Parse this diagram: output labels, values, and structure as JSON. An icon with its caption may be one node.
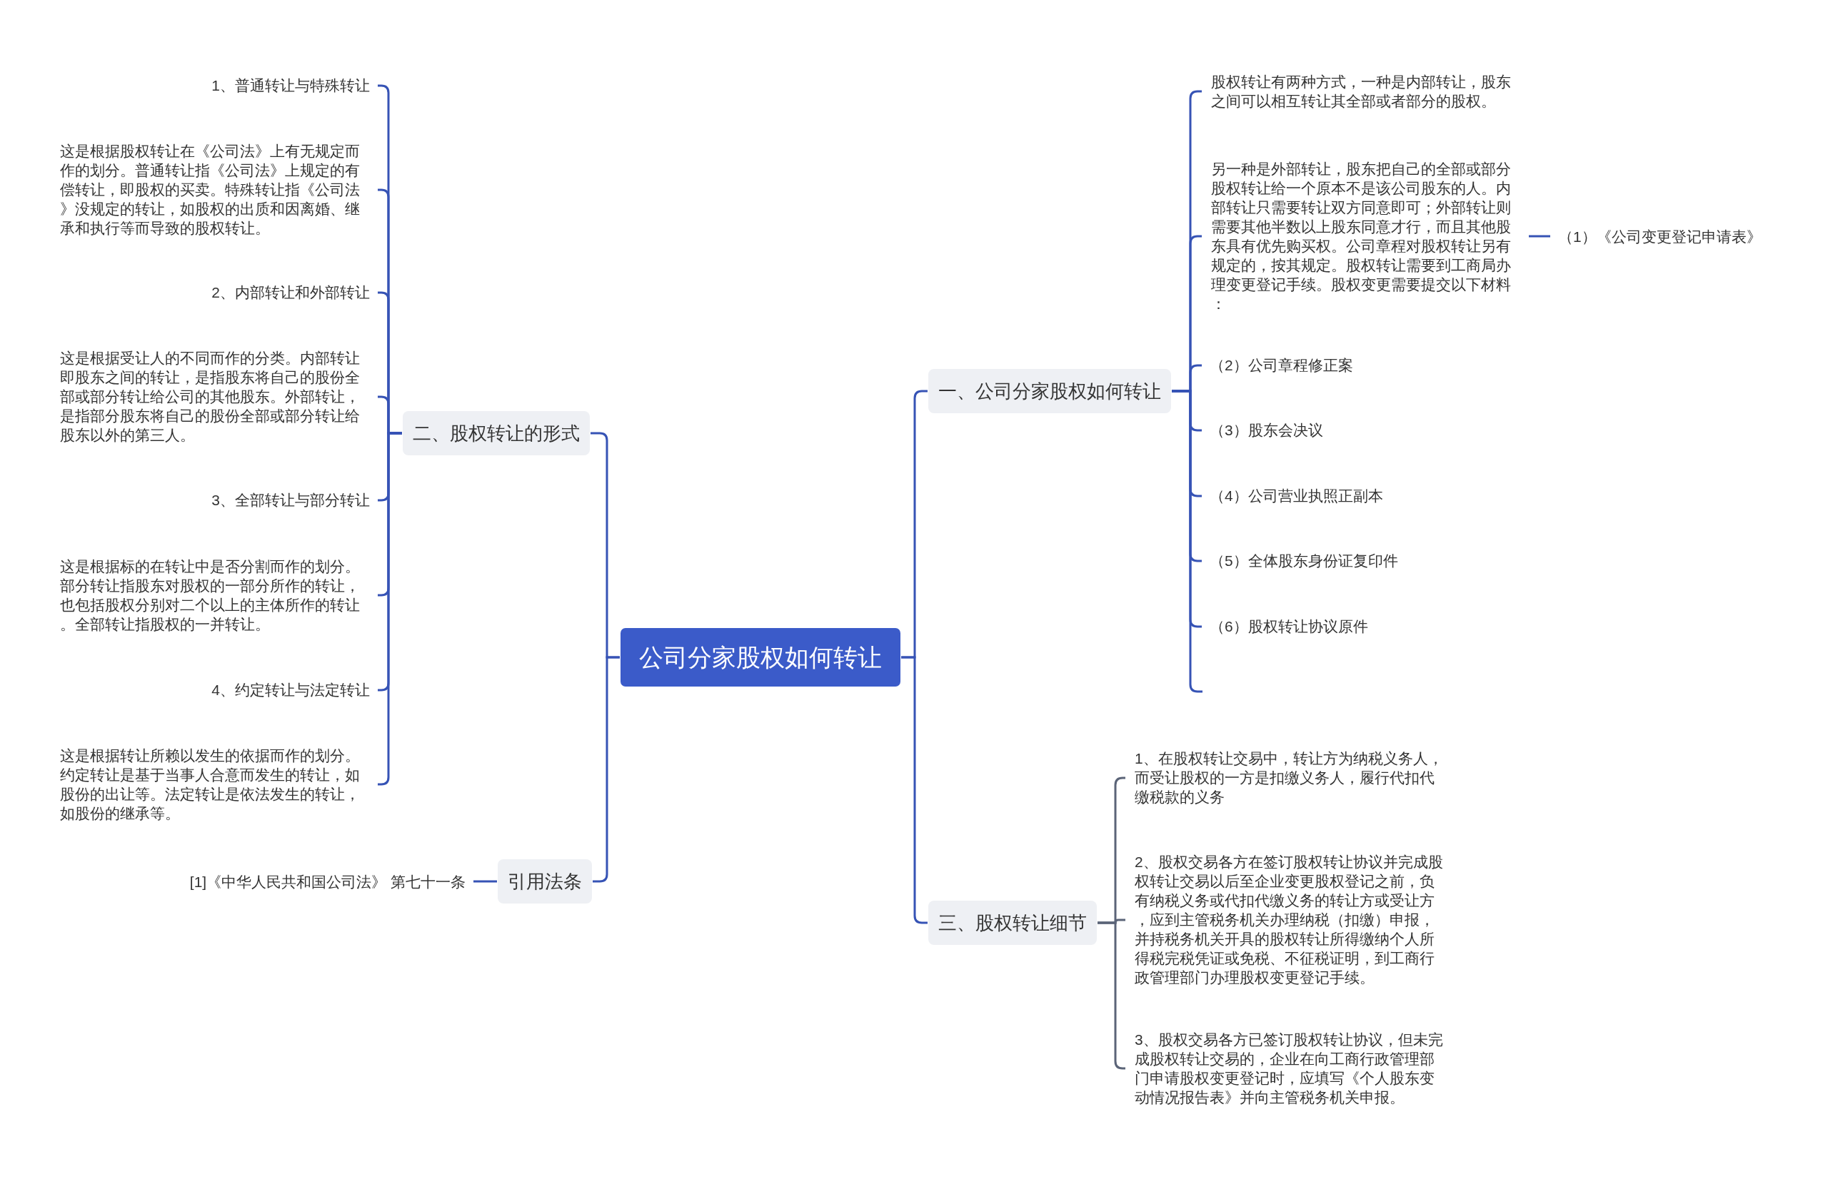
{
  "diagram": {
    "nodes": [
      {
        "text": [
          "公司分家股权如何转让"
        ]
      },
      {
        "text": [
          "二、股权转让的形式"
        ]
      },
      {
        "text": [
          "1、普通转让与特殊转让"
        ]
      },
      {
        "text": [
          "这是根据股权转让在《公司法》上有无规定而作的划分。普通转让指《公司法》上规定的有偿转让，即股权的买卖。特殊转让指《公司法》没规定的转让，如股权的出质和因离婚、继承和执行等而导致的股权转让。"
        ]
      },
      {
        "text": [
          "2、内部转让和外部转让"
        ]
      },
      {
        "text": [
          "这是根据受让人的不同而作的分类。内部转让即股东之间的转让，是指股东将自己的股份全部或部分转让给公司的其他股东。外部转让，是指部分股东将自己的股份全部或部分转让给股东以外的第三人。"
        ]
      },
      {
        "text": [
          "3、全部转让与部分转让"
        ]
      },
      {
        "text": [
          "这是根据标的在转让中是否分割而作的划分。部分转让指股东对股权的一部分所作的转让，也包括股权分别对二个以上的主体所作的转让。全部转让指股权的一并转让。"
        ]
      },
      {
        "text": [
          "4、约定转让与法定转让"
        ]
      },
      {
        "text": [
          "这是根据转让所赖以发生的依据而作的划分。约定转让是基于当事人合意而发生的转让，如股份的出让等。法定转让是依法发生的转让，如股份的继承等。"
        ]
      },
      {
        "text": [
          "引用法条"
        ]
      },
      {
        "text": [
          "[1]《中华人民共和国公司法》 第七十一条"
        ]
      },
      {
        "text": [
          "一、公司分家股权如何转让"
        ]
      },
      {
        "text": [
          "股权转让有两种方式，一种是内部转让，股东之间可以相互转让其全部或者部分的股权。"
        ]
      },
      {
        "text": [
          "另一种是外部转让，股东把自己的全部或部分股权转让给一个原本不是该公司股东的人。内部转让只需要转让双方同意即可；外部转让则需要其他半数以上股东同意才行，而且其他股东具有优先购买权。公司章程对股权转让另有规定的，按其规定。股权转让需要到工商局办理变更登记手续。股权变更需要提交以下材料："
        ]
      },
      {
        "text": [
          "（1）《公司变更登记申请表》"
        ]
      },
      {
        "text": [
          "（2）公司章程修正案"
        ]
      },
      {
        "text": [
          "（3）股东会决议"
        ]
      },
      {
        "text": [
          "（4）公司营业执照正副本"
        ]
      },
      {
        "text": [
          "（5）全体股东身份证复印件"
        ]
      },
      {
        "text": [
          "（6）股权转让协议原件"
        ]
      },
      {
        "text": [
          "三、股权转让细节"
        ]
      },
      {
        "text": [
          "1、在股权转让交易中，转让方为纳税义务人，而受让股权的一方是扣缴义务人，履行代扣代缴税款的义务"
        ]
      },
      {
        "text": [
          "2、股权交易各方在签订股权转让协议并完成股权转让交易以后至企业变更股权登记之前，负有纳税义务或代扣代缴义务的转让方或受让方，应到主管税务机关办理纳税（扣缴）申报，并持税务机关开具的股权转让所得缴纳个人所得税完税凭证或免税、不征税证明，到工商行政管理部门办理股权变更登记手续。"
        ]
      },
      {
        "text": [
          "3、股权交易各方已签订股权转让协议，但未完成股权转让交易的，企业在向工商行政管理部门申请股权变更登记时，应填写《个人股东变动情况报告表》并向主管税务机关申报。"
        ]
      }
    ],
    "edges": [
      {
        "from": 0,
        "to": 1,
        "arrow": "none"
      },
      {
        "from": 1,
        "to": 2,
        "arrow": "none"
      },
      {
        "from": 1,
        "to": 3,
        "arrow": "none"
      },
      {
        "from": 1,
        "to": 4,
        "arrow": "none"
      },
      {
        "from": 1,
        "to": 5,
        "arrow": "none"
      },
      {
        "from": 1,
        "to": 6,
        "arrow": "none"
      },
      {
        "from": 1,
        "to": 7,
        "arrow": "none"
      },
      {
        "from": 1,
        "to": 8,
        "arrow": "none"
      },
      {
        "from": 1,
        "to": 9,
        "arrow": "none"
      },
      {
        "from": 0,
        "to": 10,
        "arrow": "none"
      },
      {
        "from": 10,
        "to": 11,
        "arrow": "none"
      },
      {
        "from": 0,
        "to": 12,
        "arrow": "none"
      },
      {
        "from": 12,
        "to": 13,
        "arrow": "none"
      },
      {
        "from": 12,
        "to": 14,
        "arrow": "none"
      },
      {
        "from": 14,
        "to": 15,
        "arrow": "none"
      },
      {
        "from": 12,
        "to": 16,
        "arrow": "none"
      },
      {
        "from": 12,
        "to": 17,
        "arrow": "none"
      },
      {
        "from": 12,
        "to": 18,
        "arrow": "none"
      },
      {
        "from": 12,
        "to": 19,
        "arrow": "none"
      },
      {
        "from": 12,
        "to": 20,
        "arrow": "none"
      },
      {
        "from": 12,
        "to": null,
        "arrow": "none"
      },
      {
        "from": 0,
        "to": 21,
        "arrow": "none"
      },
      {
        "from": 21,
        "to": 22,
        "arrow": "none",
        "color": "#5b6478"
      },
      {
        "from": 21,
        "to": 23,
        "arrow": "none",
        "color": "#5b6478"
      },
      {
        "from": 21,
        "to": 24,
        "arrow": "none",
        "color": "#5b6478"
      }
    ]
  }
}
